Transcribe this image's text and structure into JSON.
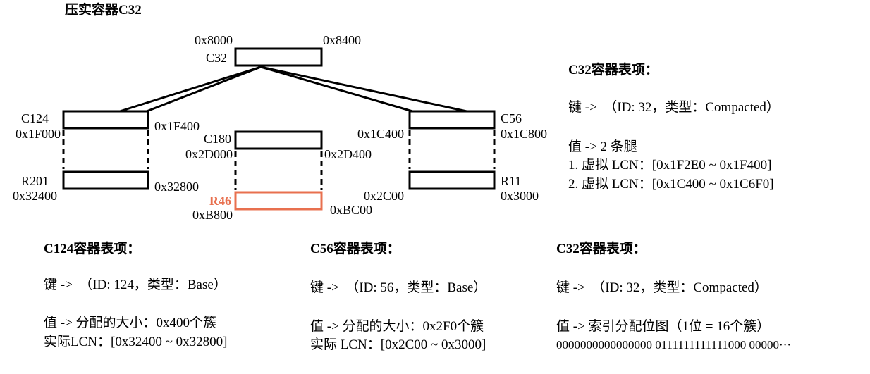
{
  "title": "压实容器C32",
  "top": {
    "name": "C32",
    "addr_start": "0x8000",
    "addr_end": "0x8400"
  },
  "left": {
    "top_name": "C124",
    "top_start": "0x1F000",
    "top_end": "0x1F400",
    "bottom_name": "R201",
    "bottom_start": "0x32400",
    "bottom_end": "0x32800"
  },
  "middle": {
    "top_name": "C180",
    "top_start": "0x2D000",
    "top_end": "0x2D400",
    "bottom_name": "R46",
    "bottom_start": "0xB800",
    "bottom_end": "0xBC00"
  },
  "right": {
    "top_name": "C56",
    "top_start": "0x1C400",
    "top_end": "0x1C800",
    "bottom_name": "R11",
    "bottom_start": "0x2C00",
    "bottom_end": "0x3000"
  },
  "colors": {
    "highlight": "#e8704f",
    "line": "#000000"
  },
  "entries": {
    "c32_top": {
      "header": "C32容器表项：",
      "key": "键 ->  （ID: 32，类型：Compacted）",
      "value": "值 -> 2 条腿",
      "leg1": "1. 虚拟 LCN：[0x1F2E0 ~ 0x1F400]",
      "leg2": "2. 虚拟 LCN：[0x1C400 ~ 0x1C6F0]"
    },
    "c124": {
      "header": "C124容器表项：",
      "key": "键 ->  （ID: 124，类型：Base）",
      "value": "值 -> 分配的大小：0x400个簇",
      "extra": "实际LCN：[0x32400 ~ 0x32800]"
    },
    "c56": {
      "header": "C56容器表项：",
      "key": "键 ->  （ID: 56，类型：Base）",
      "value": "值 -> 分配的大小：0x2F0个簇",
      "extra": "实际 LCN：[0x2C00 ~ 0x3000]"
    },
    "c32_bottom": {
      "header": "C32容器表项：",
      "key": "键 ->  （ID: 32，类型：Compacted）",
      "value": "值 -> 索引分配位图（1位 = 16个簇）",
      "extra": "0000000000000000 0111111111111000 00000···"
    }
  }
}
